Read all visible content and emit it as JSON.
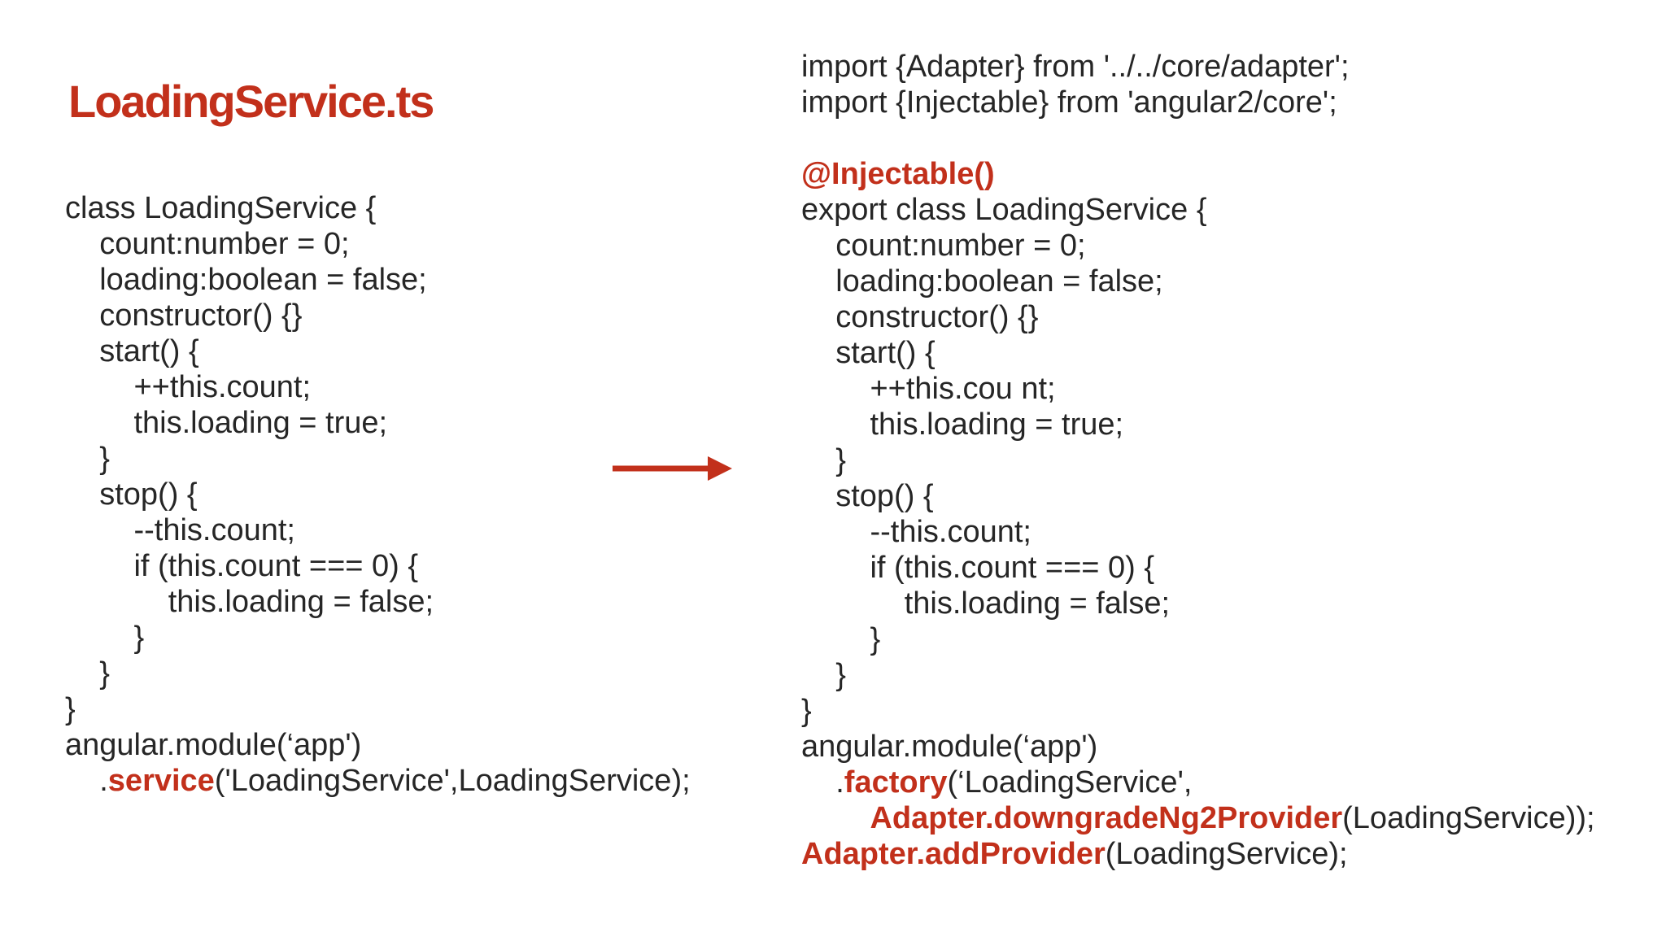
{
  "slide": {
    "title": "LoadingService.ts",
    "colors": {
      "accent": "#c2301b",
      "code_text": "#262626",
      "background": "#ffffff"
    }
  },
  "left_code": {
    "language": "typescript",
    "lines": [
      {
        "segments": [
          {
            "t": "class LoadingService {"
          }
        ]
      },
      {
        "segments": [
          {
            "t": "    count:number = 0;"
          }
        ]
      },
      {
        "segments": [
          {
            "t": "    loading:boolean = false;"
          }
        ]
      },
      {
        "segments": [
          {
            "t": "    constructor() {}"
          }
        ]
      },
      {
        "segments": [
          {
            "t": "    start() {"
          }
        ]
      },
      {
        "segments": [
          {
            "t": "        ++this.count;"
          }
        ]
      },
      {
        "segments": [
          {
            "t": "        this.loading = true;"
          }
        ]
      },
      {
        "segments": [
          {
            "t": "    }"
          }
        ]
      },
      {
        "segments": [
          {
            "t": "    stop() {"
          }
        ]
      },
      {
        "segments": [
          {
            "t": "        --this.count;"
          }
        ]
      },
      {
        "segments": [
          {
            "t": "        if (this.count === 0) {"
          }
        ]
      },
      {
        "segments": [
          {
            "t": "            this.loading = false;"
          }
        ]
      },
      {
        "segments": [
          {
            "t": "        }"
          }
        ]
      },
      {
        "segments": [
          {
            "t": "    }"
          }
        ]
      },
      {
        "segments": [
          {
            "t": "}"
          }
        ]
      },
      {
        "segments": [
          {
            "t": "angular.module(‘app')"
          }
        ]
      },
      {
        "segments": [
          {
            "t": "    ."
          },
          {
            "t": "service",
            "hl": true
          },
          {
            "t": "('LoadingService',LoadingService);"
          }
        ]
      }
    ]
  },
  "right_code": {
    "language": "typescript",
    "lines": [
      {
        "segments": [
          {
            "t": "import {Adapter} from '../../core/adapter';"
          }
        ]
      },
      {
        "segments": [
          {
            "t": "import {Injectable} from 'angular2/core';"
          }
        ]
      },
      {
        "segments": []
      },
      {
        "segments": [
          {
            "t": "@Injectable()",
            "hl": true
          }
        ]
      },
      {
        "segments": [
          {
            "t": "export class LoadingService {"
          }
        ]
      },
      {
        "segments": [
          {
            "t": "    count:number = 0;"
          }
        ]
      },
      {
        "segments": [
          {
            "t": "    loading:boolean = false;"
          }
        ]
      },
      {
        "segments": [
          {
            "t": "    constructor() {}"
          }
        ]
      },
      {
        "segments": [
          {
            "t": "    start() {"
          }
        ]
      },
      {
        "segments": [
          {
            "t": "        ++this.cou nt;"
          }
        ]
      },
      {
        "segments": [
          {
            "t": "        this.loading = true;"
          }
        ]
      },
      {
        "segments": [
          {
            "t": "    }"
          }
        ]
      },
      {
        "segments": [
          {
            "t": "    stop() {"
          }
        ]
      },
      {
        "segments": [
          {
            "t": "        --this.count;"
          }
        ]
      },
      {
        "segments": [
          {
            "t": "        if (this.count === 0) {"
          }
        ]
      },
      {
        "segments": [
          {
            "t": "            this.loading = false;"
          }
        ]
      },
      {
        "segments": [
          {
            "t": "        }"
          }
        ]
      },
      {
        "segments": [
          {
            "t": "    }"
          }
        ]
      },
      {
        "segments": [
          {
            "t": "}"
          }
        ]
      },
      {
        "segments": [
          {
            "t": "angular.module(‘app')"
          }
        ]
      },
      {
        "segments": [
          {
            "t": "    ."
          },
          {
            "t": "factory",
            "hl": true
          },
          {
            "t": "(‘LoadingService',"
          }
        ]
      },
      {
        "segments": [
          {
            "t": "        "
          },
          {
            "t": "Adapter.downgradeNg2Provider",
            "hl": true
          },
          {
            "t": "(LoadingService));"
          }
        ]
      },
      {
        "segments": [
          {
            "t": "Adapter.addProvider",
            "hl": true
          },
          {
            "t": "(LoadingService);"
          }
        ]
      }
    ]
  },
  "arrow": {
    "description": "red right arrow from old code to new code"
  }
}
